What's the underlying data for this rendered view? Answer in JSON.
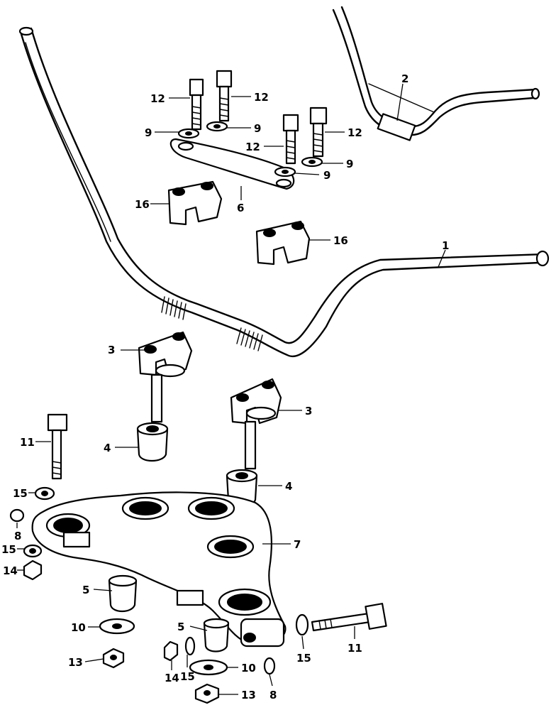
{
  "callouts": [
    {
      "id": "c1",
      "text": "1"
    },
    {
      "id": "c2",
      "text": "2"
    },
    {
      "id": "c3a",
      "text": "3"
    },
    {
      "id": "c3b",
      "text": "3"
    },
    {
      "id": "c4a",
      "text": "4"
    },
    {
      "id": "c4b",
      "text": "4"
    },
    {
      "id": "c5a",
      "text": "5"
    },
    {
      "id": "c5b",
      "text": "5"
    },
    {
      "id": "c6",
      "text": "6"
    },
    {
      "id": "c7",
      "text": "7"
    },
    {
      "id": "c8a",
      "text": "8"
    },
    {
      "id": "c8b",
      "text": "8"
    },
    {
      "id": "c9a",
      "text": "9"
    },
    {
      "id": "c9b",
      "text": "9"
    },
    {
      "id": "c9c",
      "text": "9"
    },
    {
      "id": "c9d",
      "text": "9"
    },
    {
      "id": "c10a",
      "text": "10"
    },
    {
      "id": "c10b",
      "text": "10"
    },
    {
      "id": "c11a",
      "text": "11"
    },
    {
      "id": "c11b",
      "text": "11"
    },
    {
      "id": "c12a",
      "text": "12"
    },
    {
      "id": "c12b",
      "text": "12"
    },
    {
      "id": "c12c",
      "text": "12"
    },
    {
      "id": "c12d",
      "text": "12"
    },
    {
      "id": "c13a",
      "text": "13"
    },
    {
      "id": "c13b",
      "text": "13"
    },
    {
      "id": "c14a",
      "text": "14"
    },
    {
      "id": "c14b",
      "text": "14"
    },
    {
      "id": "c15a",
      "text": "15"
    },
    {
      "id": "c15b",
      "text": "15"
    },
    {
      "id": "c15c",
      "text": "15"
    },
    {
      "id": "c15d",
      "text": "15"
    },
    {
      "id": "c16a",
      "text": "16"
    },
    {
      "id": "c16b",
      "text": "16"
    }
  ]
}
